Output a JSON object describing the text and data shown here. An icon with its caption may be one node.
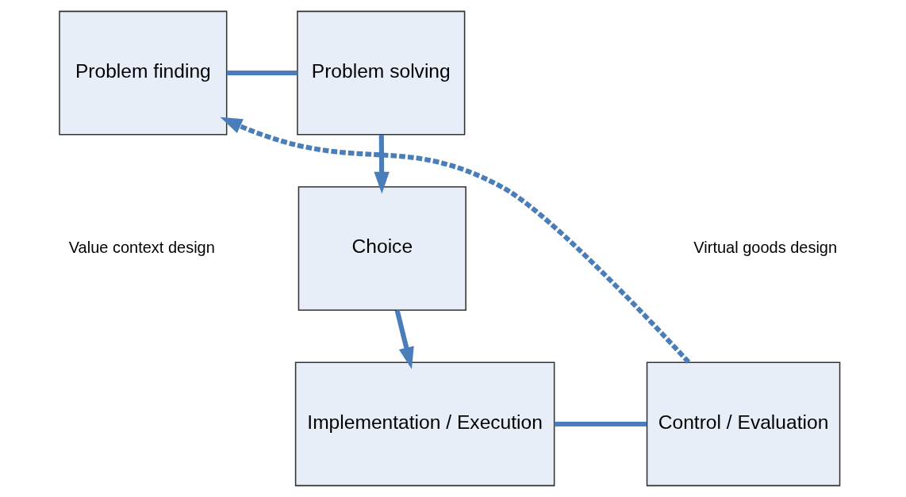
{
  "diagram": {
    "nodes": [
      {
        "text": [
          "Problem finding"
        ]
      },
      {
        "text": [
          "Problem solving"
        ]
      },
      {
        "text": [
          "Choice"
        ]
      },
      {
        "text": [
          "Implementation / Execution"
        ]
      },
      {
        "text": [
          "Control / Evaluation"
        ]
      }
    ],
    "edges": [
      {
        "from": 0,
        "to": 1,
        "arrow": "none"
      },
      {
        "from": 1,
        "to": 2,
        "arrow": "to"
      },
      {
        "from": 2,
        "to": 3,
        "arrow": "to"
      },
      {
        "from": 3,
        "to": 4,
        "arrow": "none"
      },
      {
        "from": 4,
        "to": 0,
        "arrow": "to",
        "style": "dashed"
      }
    ],
    "labels": [
      "Value context design",
      "Virtual goods design"
    ]
  }
}
